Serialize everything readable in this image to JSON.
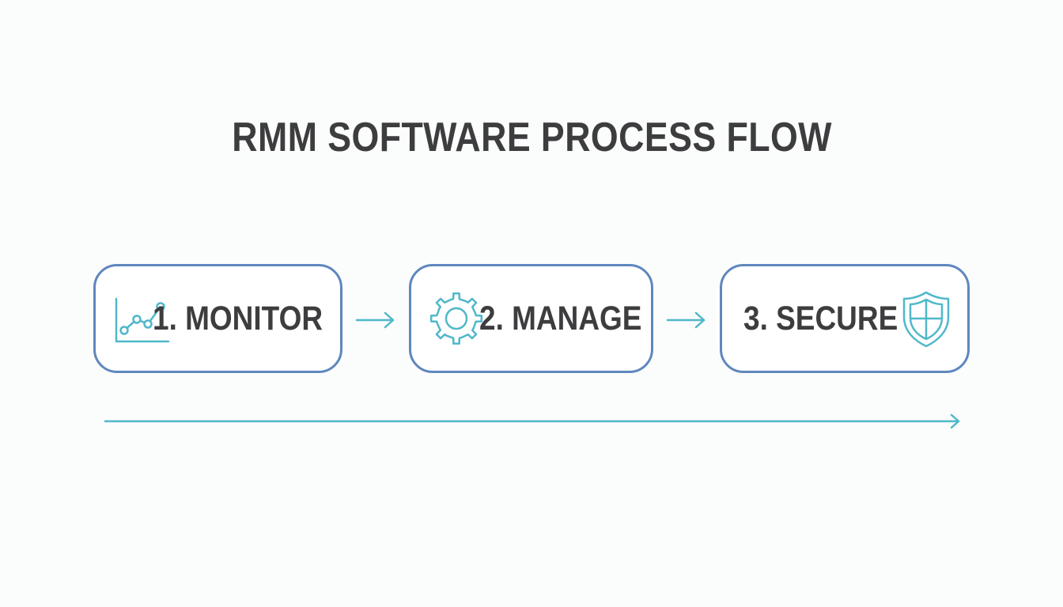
{
  "title": "RMM SOFTWARE PROCESS FLOW",
  "steps": [
    {
      "label": "1. MONITOR",
      "icon": "line-chart-icon"
    },
    {
      "label": "2. MANAGE",
      "icon": "gear-icon"
    },
    {
      "label": "3. SECURE",
      "icon": "shield-icon"
    }
  ],
  "colors": {
    "box_border": "#5f87bd",
    "accent": "#4fb8c9",
    "text": "#3d3d3f",
    "background": "#fbfcfc"
  }
}
